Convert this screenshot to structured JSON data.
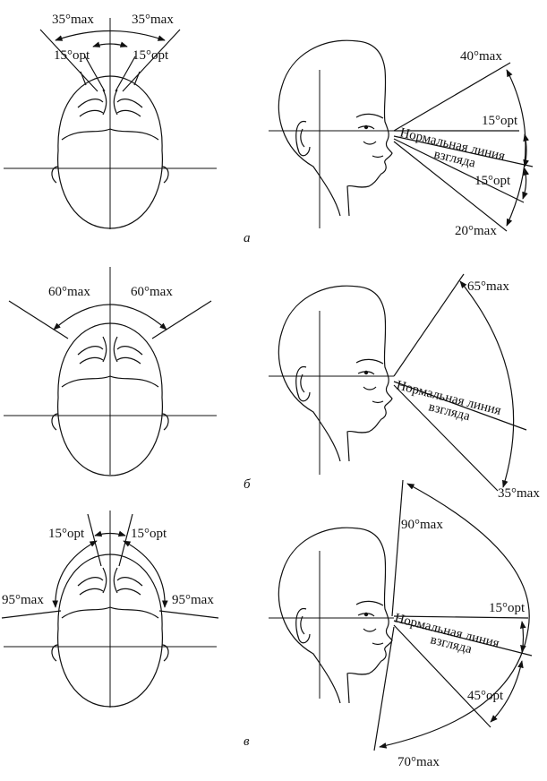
{
  "panel_a": {
    "caption": "а",
    "top_view": {
      "left_max": "35°max",
      "right_max": "35°max",
      "left_opt": "15°opt",
      "right_opt": "15°opt"
    },
    "side_view": {
      "up_max": "40°max",
      "up_opt": "15°opt",
      "normal_line_1": "Нормальная линия",
      "normal_line_2": "взгляда",
      "down_opt": "15°opt",
      "down_max": "20°max"
    }
  },
  "panel_b": {
    "caption": "б",
    "top_view": {
      "left_max": "60°max",
      "right_max": "60°max"
    },
    "side_view": {
      "up_max": "65°max",
      "normal_line_1": "Нормальная линия",
      "normal_line_2": "взгляда",
      "down_max": "35°max"
    }
  },
  "panel_c": {
    "caption": "в",
    "top_view": {
      "left_opt": "15°opt",
      "right_opt": "15°opt",
      "left_max": "95°max",
      "right_max": "95°max"
    },
    "side_view": {
      "up_max": "90°max",
      "up_opt": "15°opt",
      "normal_line_1": "Нормальная линия",
      "normal_line_2": "взгляда",
      "down_opt": "45°opt",
      "down_max": "70°max"
    }
  }
}
